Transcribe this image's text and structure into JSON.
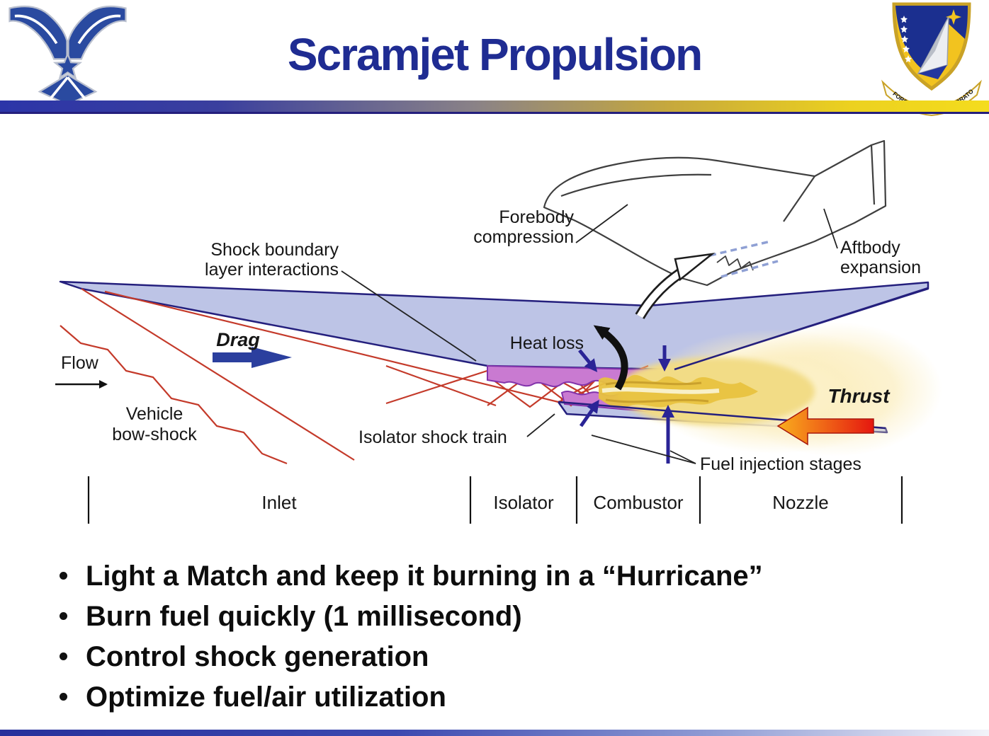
{
  "header": {
    "title": "Scramjet Propulsion",
    "title_color": "#1f2c92",
    "usaf_logo": "us-air-force-symbol",
    "afrl_emblem": "air-force-research-laboratory-shield",
    "afrl_ribbon_text": "AIR FORCE RESEARCH LABORATORY",
    "bar_colors": [
      "#2c35a8",
      "#8a8287",
      "#f4dc1e"
    ]
  },
  "diagram": {
    "aircraft": {
      "forebody_label_line1": "Forebody",
      "forebody_label_line2": "compression",
      "aftbody_label_line1": "Aftbody",
      "aftbody_label_line2": "expansion"
    },
    "engine": {
      "shock_bl_line1": "Shock boundary",
      "shock_bl_line2": "layer interactions",
      "heat_loss": "Heat loss",
      "drag": "Drag",
      "flow": "Flow",
      "bow_shock_line1": "Vehicle",
      "bow_shock_line2": "bow-shock",
      "isolator_shock_train": "Isolator shock train",
      "fuel_injection_stages": "Fuel injection stages",
      "thrust": "Thrust"
    },
    "sections": [
      "Inlet",
      "Isolator",
      "Combustor",
      "Nozzle"
    ],
    "colors": {
      "body_fill": "#bdc4e6",
      "body_outline": "#241f7d",
      "shock_red": "#c43a2a",
      "liner_purple": "#c97ad1",
      "liner_edge": "#8233ab",
      "flame_core": "#e8c23f",
      "flame_glow": "#fdf4cf",
      "drag_blue": "#2b3f9e",
      "thrust_red": "#e3201a",
      "thrust_orange": "#f9ae1e",
      "injector_navy": "#2a2496"
    }
  },
  "bullets": [
    "Light a Match and keep it burning in a “Hurricane”",
    "Burn fuel quickly (1 millisecond)",
    "Control shock generation",
    "Optimize fuel/air utilization"
  ]
}
